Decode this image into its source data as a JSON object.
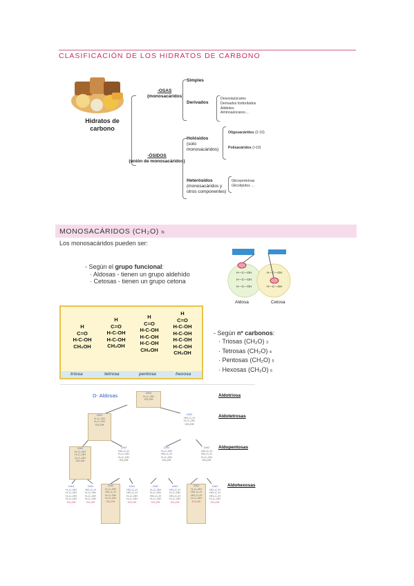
{
  "section1": {
    "title": "CLASIFICACIÓN DE LOS HIDRATOS DE CARBONO",
    "root_label": "Hidratos de carbono",
    "osas": {
      "name": "-OSAS",
      "sub": "(monosacáridos)"
    },
    "osidos": {
      "name": "-ÓSIDOS",
      "sub": "(unión de monosacáridos)"
    },
    "simples": "Simples",
    "derivados": "Derivados",
    "derivados_items": [
      "Desoxiazúcares",
      "Derivados fosforilados",
      "Alditoles",
      "Aminoazúcares…"
    ],
    "holosidos": {
      "name": "Holósidos",
      "sub1": "(solo",
      "sub2": "monosacáridos)"
    },
    "oligosacaridos": "Oligosacáridos",
    "oligosacaridos_range": "(2-10)",
    "polisacaridos": "Polisacáridos",
    "polisacaridos_range": "(>10)",
    "heterosidos": {
      "name": "Heterósidos",
      "sub1": "(monosacáridos y",
      "sub2": "otros componentes)"
    },
    "heterosidos_items": [
      "Glicoproteínas",
      "Glicolípidos …"
    ]
  },
  "section2": {
    "title": "MONOSACÁRIDOS (CH₂O)",
    "title_sub": "N",
    "intro": "Los monosacáridos pueden ser:",
    "grupo_prefix": "- Según el ",
    "grupo_bold": "grupo funcional",
    "grupo_suffix": ":",
    "aldosas": "· Aldosas - tienen un grupo aldehído",
    "cetosas": "· Cetosas - tienen un grupo cetona",
    "fig_aldosa": "Aldosa",
    "fig_cetosa": "Cetosa",
    "carbonos_prefix": "- Según ",
    "carbonos_bold": "nº carbonos",
    "carbonos_suffix": ":",
    "carbonos_items": [
      {
        "text": "· Triosas (CH₂O)",
        "sub": "3"
      },
      {
        "text": "· Tetrosas (CH₂O)",
        "sub": "4"
      },
      {
        "text": "· Pentosas (CH₂O)",
        "sub": "5"
      },
      {
        "text": "· Hexosas (CH₂O)",
        "sub": "6"
      }
    ],
    "chem_labels": [
      "triosa",
      "tetrosa",
      "pentosa",
      "hexosa"
    ]
  },
  "section3": {
    "tree_title": "D- Aldosas",
    "levels": [
      "Aldotriosa",
      "Aldotetrosas",
      "Aldopentosas",
      "Aldohexosas"
    ]
  },
  "colors": {
    "accent": "#c0305e",
    "band": "#f6dceb",
    "chem_border": "#e8c34a",
    "link_blue": "#2a5cc8"
  }
}
